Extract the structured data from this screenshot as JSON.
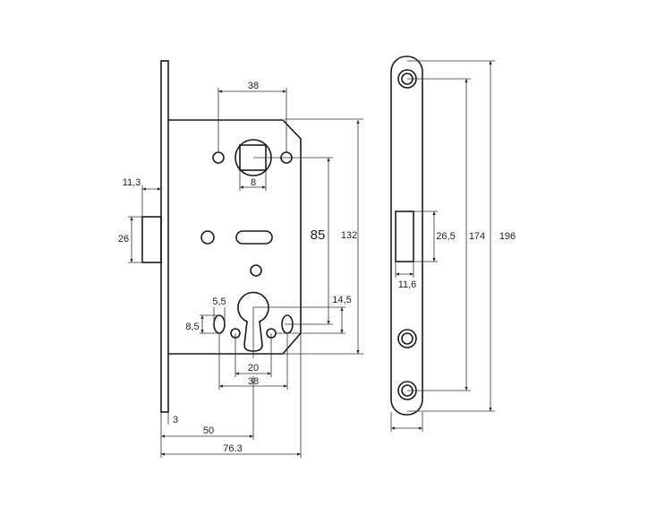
{
  "lock_body": {
    "dims": {
      "hole_spacing_top": "38",
      "spindle_square": "8",
      "backset_latch": "11,3",
      "latch_height": "26",
      "center_distance": "85",
      "body_height": "132",
      "oval_width": "5,5",
      "oval_height": "8,5",
      "cylinder_offset": "14,5",
      "small_hole_spacing": "20",
      "hole_spacing_bottom": "38",
      "faceplate_thickness": "3",
      "backset": "50",
      "body_depth": "76.3"
    }
  },
  "strike_plate": {
    "dims": {
      "window_height": "26,5",
      "window_width": "11,6",
      "screw_spacing": "174",
      "plate_height": "196"
    }
  }
}
